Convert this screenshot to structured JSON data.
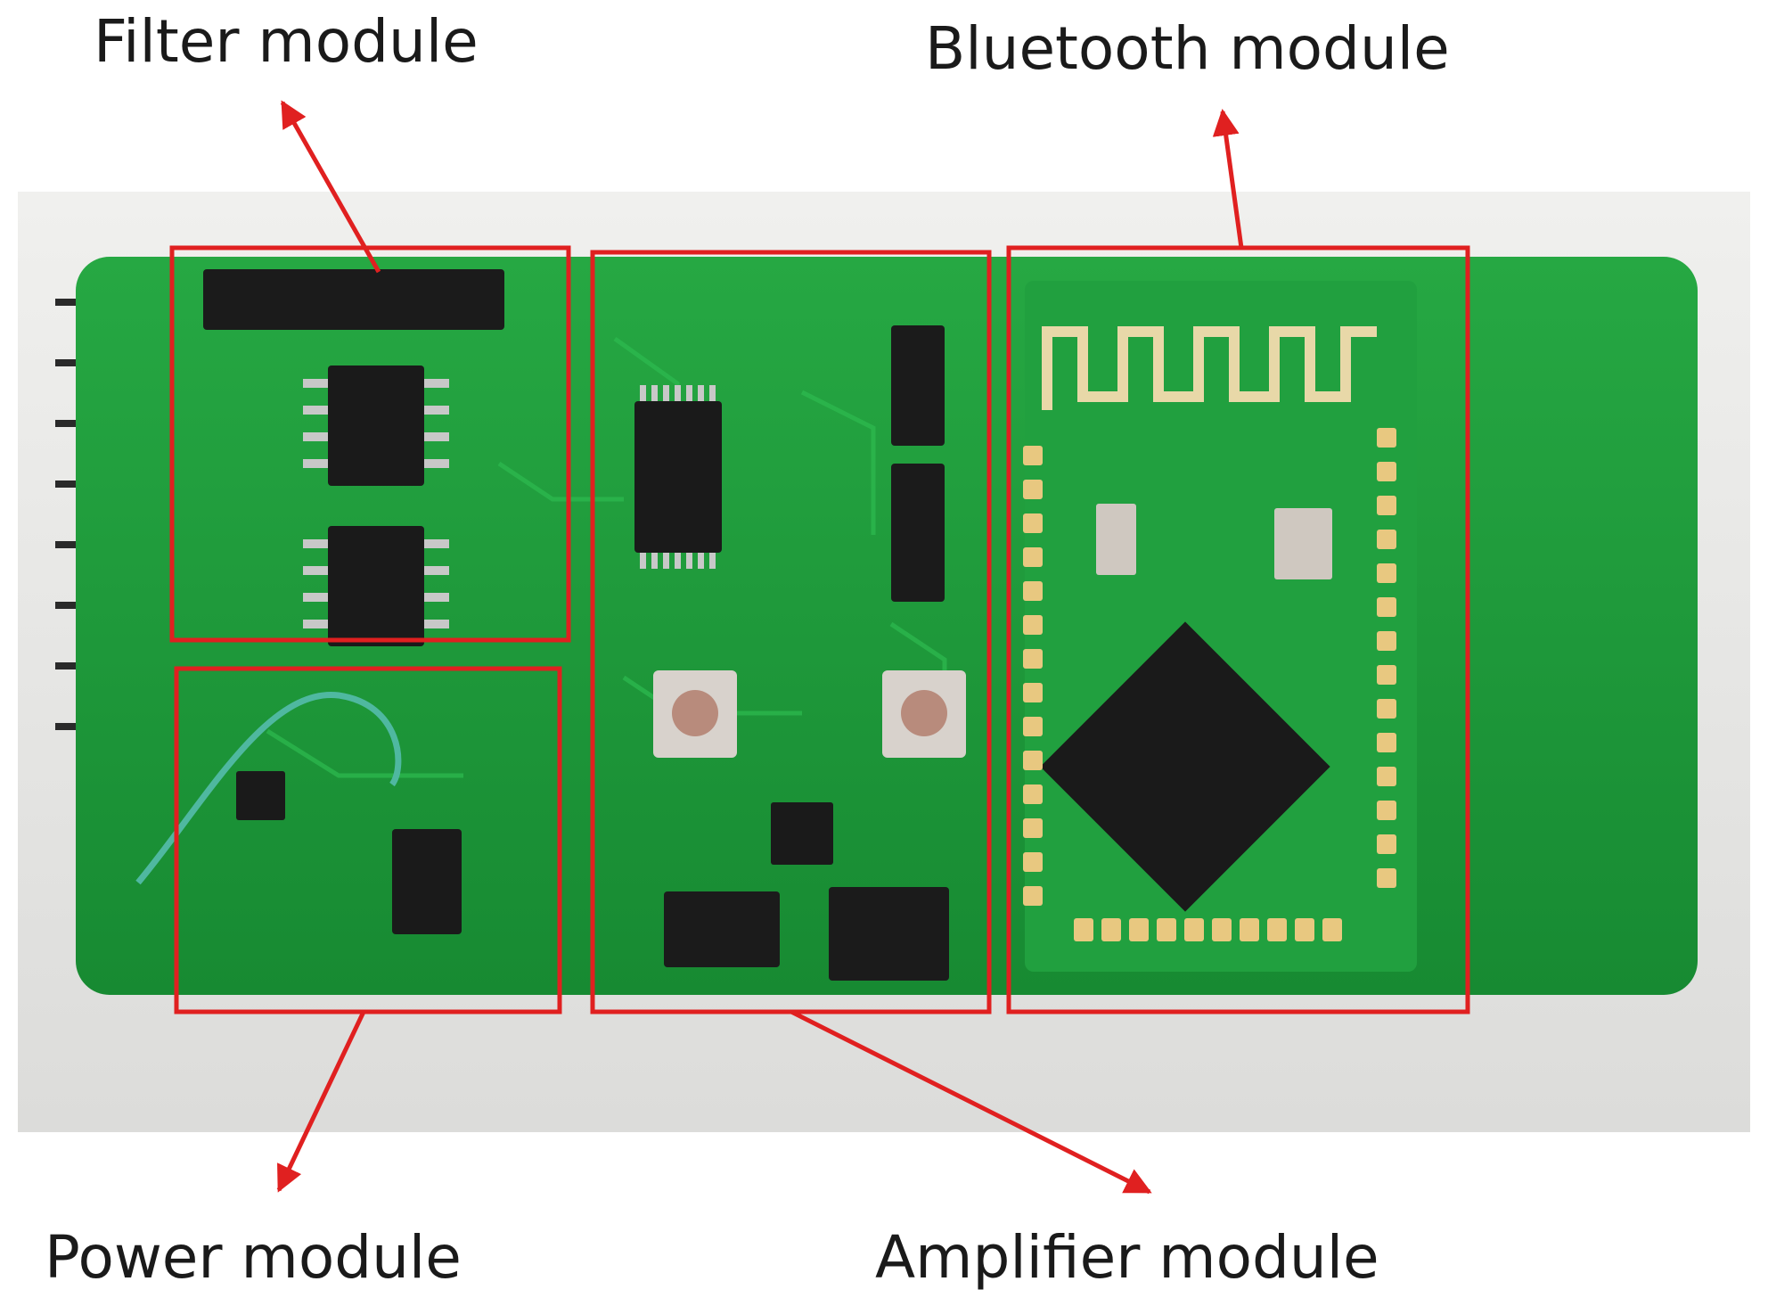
{
  "labels": {
    "filter": "Filter module",
    "bluetooth": "Bluetooth module",
    "power": "Power module",
    "amplifier": "Amplifier module"
  },
  "colors": {
    "annotation": "#e02020",
    "pcb": "#1f9a3a",
    "background": "#e8e8e6"
  },
  "icons": {
    "arrow": "arrowhead",
    "antenna": "meander-antenna"
  }
}
